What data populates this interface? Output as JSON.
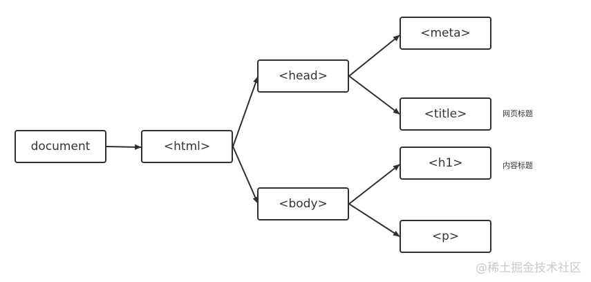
{
  "nodes": {
    "document": "document",
    "html": "<html>",
    "head": "<head>",
    "body": "<body>",
    "meta": "<meta>",
    "title": "<title>",
    "h1": "<h1>",
    "p": "<p>"
  },
  "notes": {
    "title_note": "网页标题",
    "h1_note": "内容标题"
  },
  "watermark": "@稀土掘金技术社区",
  "colors": {
    "stroke": "#2f2f2f",
    "text": "#333333",
    "watermark": "#c9c9c9"
  }
}
